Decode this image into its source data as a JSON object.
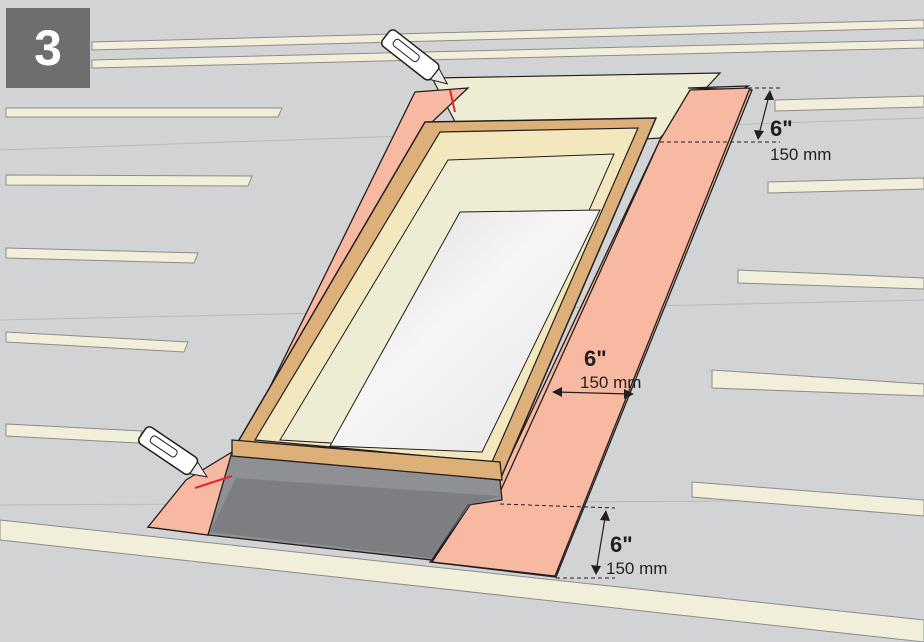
{
  "step_number": "3",
  "colors": {
    "roof": "#d2d3d4",
    "flashing": "#f7b9a2",
    "membrane": "#8f9093",
    "underlay": "#eeecd3",
    "frame_wood": "#ddb07a",
    "glass": "#f1f1f1",
    "badge": "#6d6e70",
    "cut_line": "#e5242b"
  },
  "icons": [
    "utility-knife-icon",
    "utility-knife-icon"
  ],
  "dimensions": {
    "top": {
      "inches": "6\"",
      "mm": "150 mm"
    },
    "side": {
      "inches": "6\"",
      "mm": "150 mm"
    },
    "bottom": {
      "inches": "6\"",
      "mm": "150 mm"
    }
  }
}
